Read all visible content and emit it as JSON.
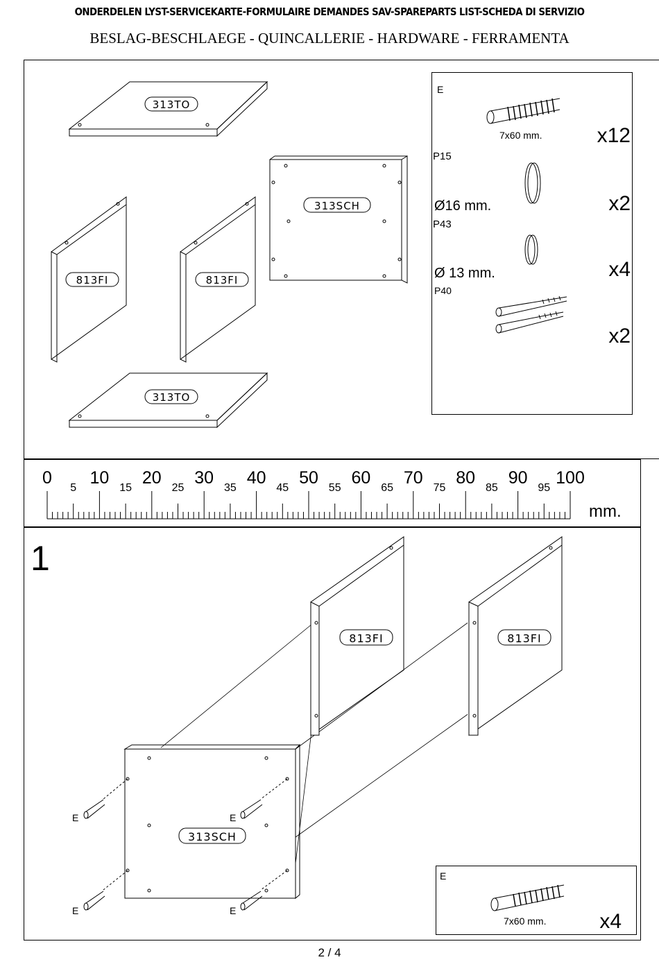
{
  "header": {
    "line1": "ONDERDELEN LYST-SERVICEKARTE-FORMULAIRE DEMANDES SAV-SPAREPARTS LIST-SCHEDA DI SERVIZIO",
    "line2": "BESLAG-BESCHLAEGE - QUINCALLERIE - HARDWARE - FERRAMENTA"
  },
  "panels": {
    "top": "313TO",
    "bottom": "313TO",
    "back": "313SCH",
    "side_left": "813FI",
    "side_right": "813FI"
  },
  "hardware": [
    {
      "code": "E",
      "size": "7x60 mm.",
      "qty": "x12"
    },
    {
      "code": "P15",
      "size": "Ø16 mm.",
      "qty": "x2"
    },
    {
      "code": "P43",
      "size": "Ø 13 mm.",
      "qty": "x4"
    },
    {
      "code": "P40",
      "size": "",
      "qty": "x2"
    }
  ],
  "ruler": {
    "major": [
      "0",
      "10",
      "20",
      "30",
      "40",
      "50",
      "60",
      "70",
      "80",
      "90",
      "100"
    ],
    "minor": [
      "5",
      "15",
      "25",
      "35",
      "45",
      "55",
      "65",
      "75",
      "85",
      "95"
    ],
    "unit": "mm."
  },
  "step": {
    "number": "1",
    "panel_back": "313SCH",
    "panel_side1": "813FI",
    "panel_side2": "813FI",
    "screw_label": "E",
    "hardware": {
      "code": "E",
      "size": "7x60 mm.",
      "qty": "x4"
    }
  },
  "footer": {
    "page": "2 / 4"
  }
}
